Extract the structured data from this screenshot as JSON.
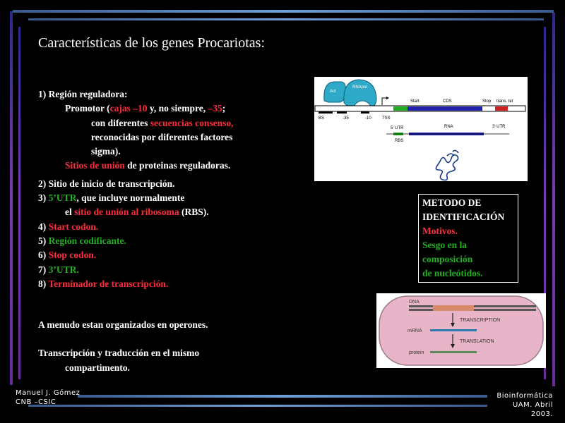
{
  "slide": {
    "title": "Características de los genes Procariotas:",
    "lines": [
      [
        {
          "t": "1) Región reguladora:",
          "c": ""
        }
      ],
      [
        {
          "t": "Promotor (",
          "c": ""
        },
        {
          "t": "cajas –10",
          "c": "red"
        },
        {
          "t": " y, no siempre, ",
          "c": ""
        },
        {
          "t": "–35",
          "c": "red"
        },
        {
          "t": ";",
          "c": ""
        }
      ],
      [
        {
          "t": "con diferentes ",
          "c": ""
        },
        {
          "t": "secuencias consenso,",
          "c": "red"
        }
      ],
      [
        {
          "t": "reconocidas por diferentes factores",
          "c": ""
        }
      ],
      [
        {
          "t": "sigma).",
          "c": ""
        }
      ],
      [
        {
          "t": "Sitios de unión",
          "c": "red"
        },
        {
          "t": " de proteinas reguladoras.",
          "c": ""
        }
      ],
      [
        {
          "t": "2) Sitio de inicio de transcripción.",
          "c": ""
        }
      ],
      [
        {
          "t": "3) ",
          "c": ""
        },
        {
          "t": "5’UTR",
          "c": "green"
        },
        {
          "t": ", que incluye normalmente",
          "c": ""
        }
      ],
      [
        {
          "t": "el ",
          "c": ""
        },
        {
          "t": "sitio de unión al ribosoma",
          "c": "red"
        },
        {
          "t": " (RBS).",
          "c": ""
        }
      ],
      [
        {
          "t": "4) ",
          "c": ""
        },
        {
          "t": "Start codon.",
          "c": "red"
        }
      ],
      [
        {
          "t": "5) ",
          "c": ""
        },
        {
          "t": "Región codificante.",
          "c": "green"
        }
      ],
      [
        {
          "t": "6) ",
          "c": ""
        },
        {
          "t": "Stop codon.",
          "c": "red"
        }
      ],
      [
        {
          "t": "7) ",
          "c": ""
        },
        {
          "t": "3’UTR.",
          "c": "green"
        }
      ],
      [
        {
          "t": "8) ",
          "c": ""
        },
        {
          "t": "Terminador de transcripción.",
          "c": "red"
        }
      ],
      [
        {
          "t": "A menudo estan organizados en operones.",
          "c": ""
        }
      ],
      [
        {
          "t": "Transcripción y traducción en el mismo",
          "c": ""
        }
      ],
      [
        {
          "t": "compartimento.",
          "c": ""
        }
      ]
    ],
    "method_box": {
      "lines": [
        {
          "t": "METODO DE",
          "c": ""
        },
        {
          "t": "IDENTIFICACIÓN",
          "c": ""
        },
        {
          "t": "Motivos.",
          "c": "red"
        },
        {
          "t": "Sesgo en la",
          "c": "green"
        },
        {
          "t": "composición",
          "c": "green"
        },
        {
          "t": "de nucleótidos.",
          "c": "green"
        }
      ]
    },
    "figure_gene": {
      "labels": {
        "act": "Act",
        "rnapol": "RNApol",
        "start": "Start",
        "cds": "CDS",
        "stop": "Stop",
        "trans_ter": "trans. ter",
        "bs": "BS",
        "m35": "-35",
        "m10": "-10",
        "tss": "TSS",
        "utr5": "5' UTR",
        "rna": "RNA",
        "utr3": "3' UTR",
        "rbs": "RBS"
      }
    },
    "figure_cell": {
      "labels": {
        "dna": "DNA",
        "transcription": "TRANSCRIPTION",
        "mrna": "mRNA",
        "translation": "TRANSLATION",
        "protein": "protein"
      }
    },
    "footer": {
      "left_line1": "Manuel J. Gómez",
      "left_line2": "CNB –CSIC",
      "right_line1": "Bioinformática",
      "right_line2": "UAM. Abril 2003."
    }
  },
  "colors": {
    "red": "#ff2a3a",
    "green": "#1fb01f",
    "pol": "#2fa9c8",
    "cds": "#2222aa",
    "utr": "#22aa22",
    "stop": "#cc2222",
    "cell": "#e8b5c8"
  }
}
